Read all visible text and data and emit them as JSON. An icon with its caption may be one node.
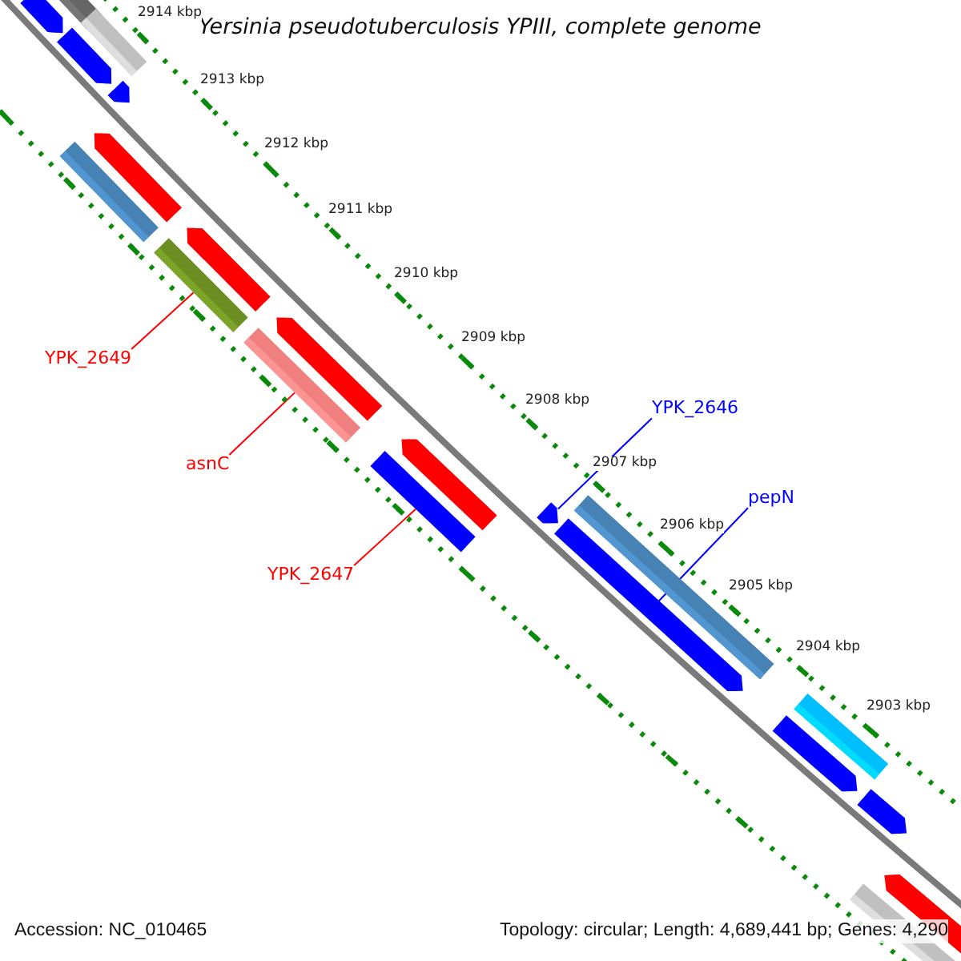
{
  "diagram": {
    "title": "Yersinia pseudotuberculosis YPIII, complete genome",
    "nodes": [
      {
        "text": [],
        "shape": "arrow"
      },
      {
        "text": [],
        "shape": "bar"
      },
      {
        "text": [],
        "shape": "bar"
      },
      {
        "text": [],
        "shape": "arrow"
      },
      {
        "text": [],
        "shape": "arrow"
      },
      {
        "text": [],
        "shape": "arrow"
      },
      {
        "text": [],
        "shape": "bar"
      },
      {
        "text": [],
        "shape": "arrow"
      },
      {
        "text": [],
        "shape": "bar"
      },
      {
        "text": [],
        "shape": "arrow"
      },
      {
        "text": [
          "YPK_2649"
        ]
      },
      {
        "text": [],
        "shape": "bar"
      },
      {
        "text": [
          "YPK_2646"
        ]
      },
      {
        "text": [
          "asnC"
        ]
      },
      {
        "text": [],
        "shape": "arrow"
      },
      {
        "text": [],
        "shape": "bar"
      },
      {
        "text": [
          "pepN"
        ]
      },
      {
        "text": [],
        "shape": "arrow"
      },
      {
        "text": [],
        "shape": "bar"
      },
      {
        "text": [],
        "shape": "arrow"
      },
      {
        "text": [
          "YPK_2647"
        ]
      },
      {
        "text": [],
        "shape": "bar"
      },
      {
        "text": [],
        "shape": "arrow"
      },
      {
        "text": [],
        "shape": "arrow"
      },
      {
        "text": [],
        "shape": "arrow"
      },
      {
        "text": [],
        "shape": "bar"
      }
    ],
    "edges": [
      {
        "from": 10,
        "to": 8,
        "arrow": "none"
      },
      {
        "from": 13,
        "to": 11,
        "arrow": "none"
      },
      {
        "from": 20,
        "to": 15,
        "arrow": "none"
      },
      {
        "from": 12,
        "to": 17,
        "arrow": "none",
        "color": "#0000ff"
      },
      {
        "from": 16,
        "to": 19,
        "arrow": "none",
        "color": "#0000ff"
      }
    ],
    "labels": [
      "2914 kbp",
      "2913 kbp",
      "2912 kbp",
      "2911 kbp",
      "2910 kbp",
      "2909 kbp",
      "2908 kbp",
      "2907 kbp",
      "2906 kbp",
      "2905 kbp",
      "2904 kbp",
      "2903 kbp",
      "Accession: NC_010465",
      "Topology: circular; Length: 4,689,441 bp; Genes: 4,290"
    ]
  }
}
